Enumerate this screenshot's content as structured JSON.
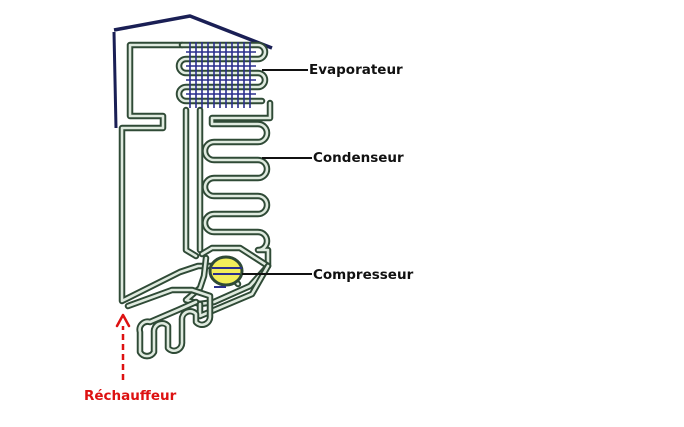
{
  "labels": {
    "evaporateur": "Evaporateur",
    "condenseur": "Condenseur",
    "compresseur": "Compresseur",
    "rechauffeur": "Réchauffeur"
  },
  "colors": {
    "pipe": "#2f4a36",
    "pipe_highlight": "#dfeadf",
    "cabinet_outline": "#1a1f55",
    "evaporator_grid": "#2a2f8c",
    "compressor_fill": "#f2ee5a",
    "heater_arrow": "#dd1111"
  }
}
